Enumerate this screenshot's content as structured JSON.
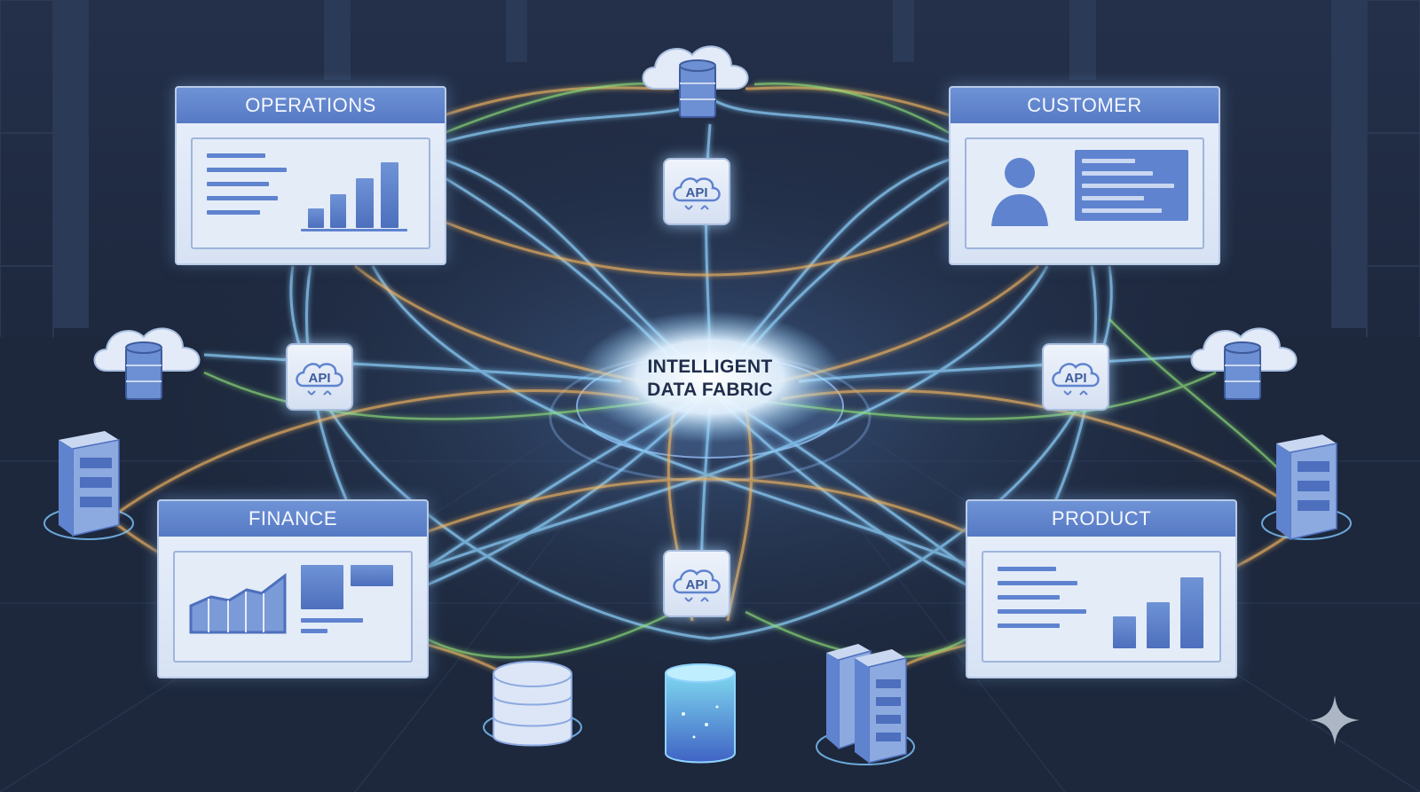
{
  "hub": {
    "line1": "INTELLIGENT",
    "line2": "DATA FABRIC"
  },
  "panels": {
    "operations": {
      "title": "OPERATIONS"
    },
    "customer": {
      "title": "CUSTOMER"
    },
    "finance": {
      "title": "FINANCE"
    },
    "product": {
      "title": "PRODUCT"
    }
  },
  "api_nodes": {
    "top": "API",
    "left": "API",
    "right": "API",
    "bottom": "API"
  },
  "colors": {
    "background": "#1a2336",
    "panel_header": "#5f83cf",
    "stream_blue": "#8fd3ff",
    "stream_orange": "#f3b661",
    "stream_green": "#8fe07a"
  },
  "icons": [
    "cloud-database-icon",
    "server-rack-icon",
    "database-cylinder-icon",
    "data-lake-icon",
    "user-avatar-icon",
    "sparkle-icon"
  ]
}
